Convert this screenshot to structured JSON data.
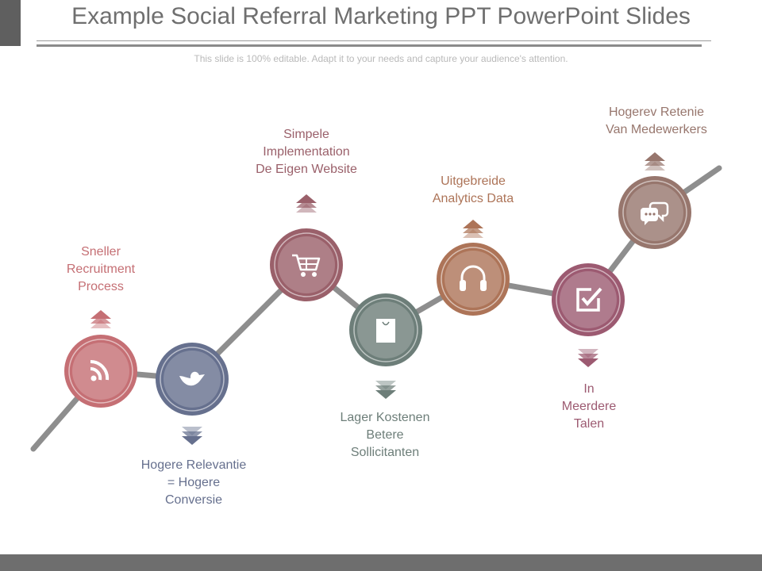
{
  "title": "Example Social Referral Marketing PPT PowerPoint Slides",
  "subtitle": "This slide is 100% editable. Adapt it to your needs and capture your audience's attention.",
  "steps": [
    {
      "icon": "rss-icon",
      "color": "#c56f74",
      "label": [
        "Sneller",
        "Recruitment",
        "Process"
      ]
    },
    {
      "icon": "bird-icon",
      "color": "#66708e",
      "label": [
        "Hogere Relevantie",
        "= Hogere",
        "Conversie"
      ]
    },
    {
      "icon": "shopping-cart-icon",
      "color": "#9a606a",
      "label": [
        "Simpele",
        "Implementation",
        "De Eigen Website"
      ]
    },
    {
      "icon": "shopping-bag-icon",
      "color": "#6d7e79",
      "label": [
        "Lager Kostenen",
        "Betere",
        "Sollicitanten"
      ]
    },
    {
      "icon": "headphones-icon",
      "color": "#ad7458",
      "label": [
        "Uitgebreide",
        "Analytics Data"
      ]
    },
    {
      "icon": "checkbox-icon",
      "color": "#9c5a71",
      "label": [
        "In",
        "Meerdere",
        "Talen"
      ]
    },
    {
      "icon": "chat-bubbles-icon",
      "color": "#97766d",
      "label": [
        "Hogerev Retenie",
        "Van Medewerkers"
      ]
    }
  ]
}
